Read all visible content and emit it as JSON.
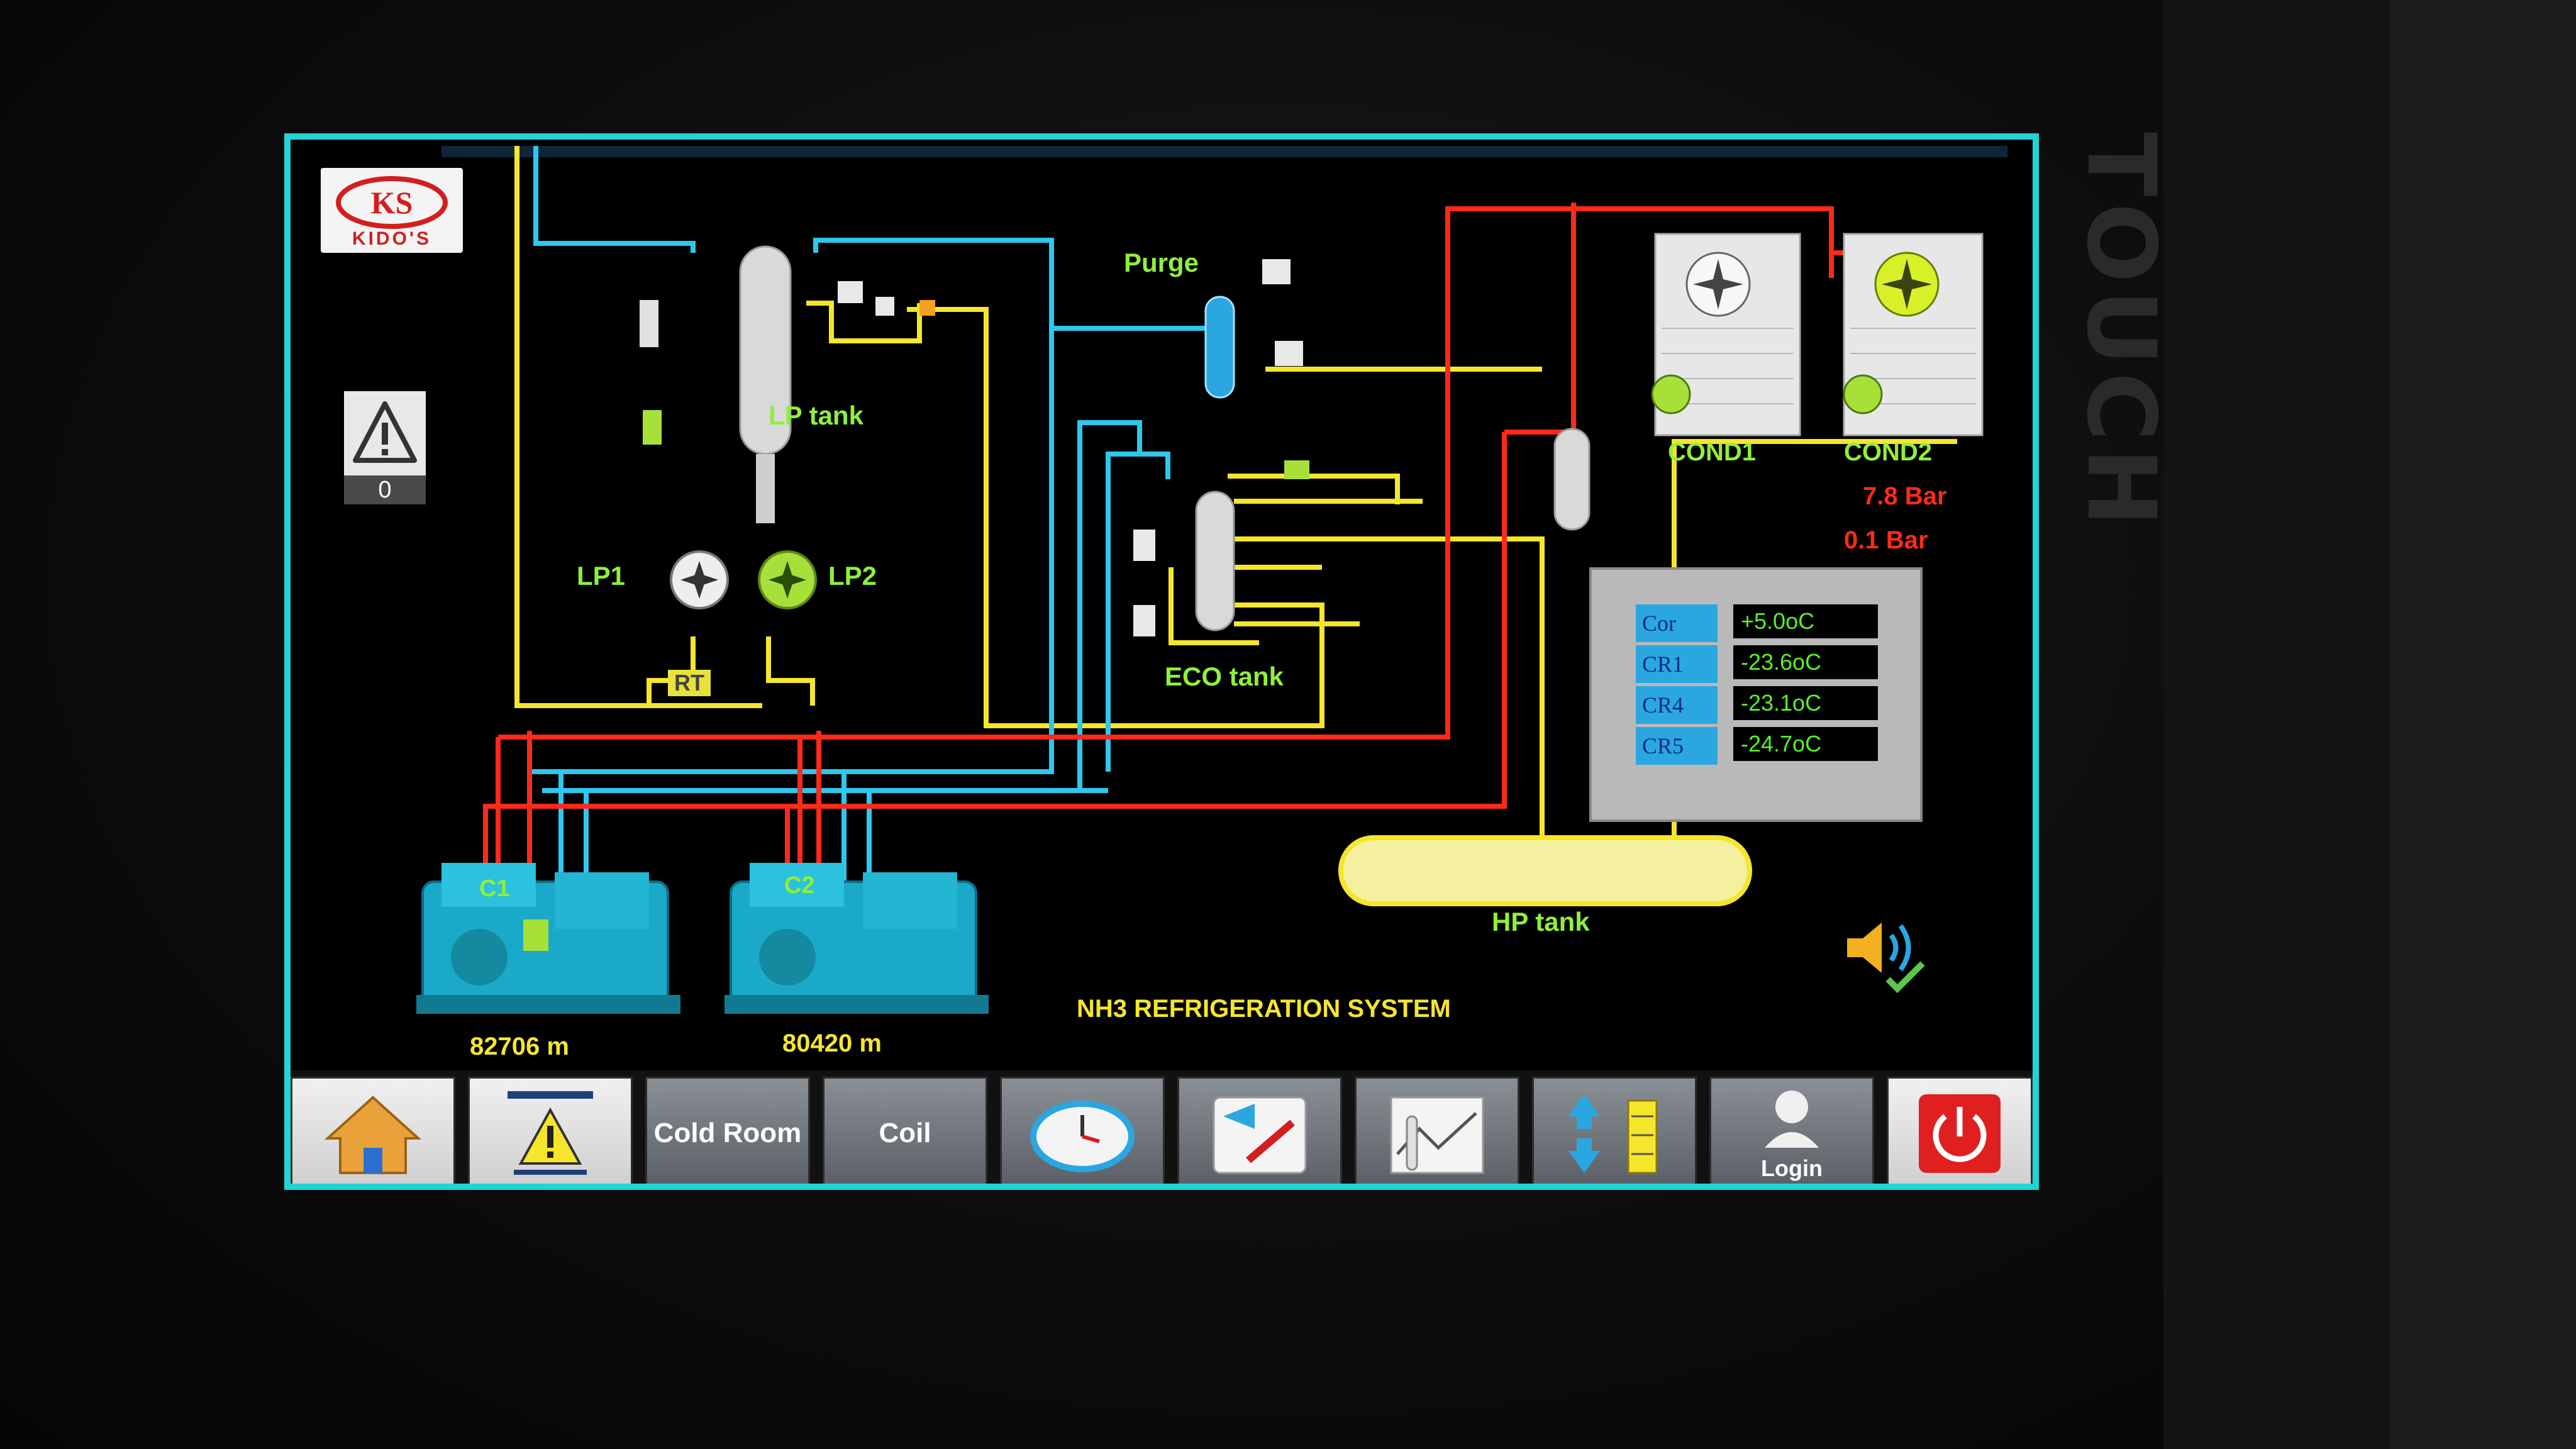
{
  "logo": {
    "text": "KIDO'S",
    "mark": "KS"
  },
  "alarm": {
    "icon": "warning-triangle-icon",
    "count": "0"
  },
  "labels": {
    "lp_tank": "LP tank",
    "lp1": "LP1",
    "lp2": "LP2",
    "rt": "RT",
    "purge": "Purge",
    "eco_tank": "ECO tank",
    "cond1": "COND1",
    "cond2": "COND2",
    "hp_tank": "HP tank",
    "c1": "C1",
    "c2": "C2",
    "c1_runtime": "82706 m",
    "c2_runtime": "80420 m",
    "system_title": "NH3 REFRIGERATION SYSTEM"
  },
  "pressures": {
    "high": "7.8 Bar",
    "low": "0.1 Bar"
  },
  "temperatures": [
    {
      "name": "Cor",
      "value": "+5.0oC"
    },
    {
      "name": "CR1",
      "value": "-23.6oC"
    },
    {
      "name": "CR4",
      "value": "-23.1oC"
    },
    {
      "name": "CR5",
      "value": "-24.7oC"
    }
  ],
  "toolbar": {
    "home_icon": "home-icon",
    "alarm_icon": "warning-icon",
    "cold_room": "Cold Room",
    "coil": "Coil",
    "timer_icon": "stopwatch-icon",
    "edit_icon": "edit-icon",
    "trend_icon": "trend-chart-icon",
    "io_icon": "up-down-arrows-icon",
    "login": "Login",
    "power_icon": "power-icon"
  },
  "colors": {
    "frame": "#23d4d4",
    "liquid_line": "#f5e62c",
    "suction_line": "#2ec7ee",
    "discharge_line": "#ff2a1a",
    "label_green": "#8ff03a"
  }
}
